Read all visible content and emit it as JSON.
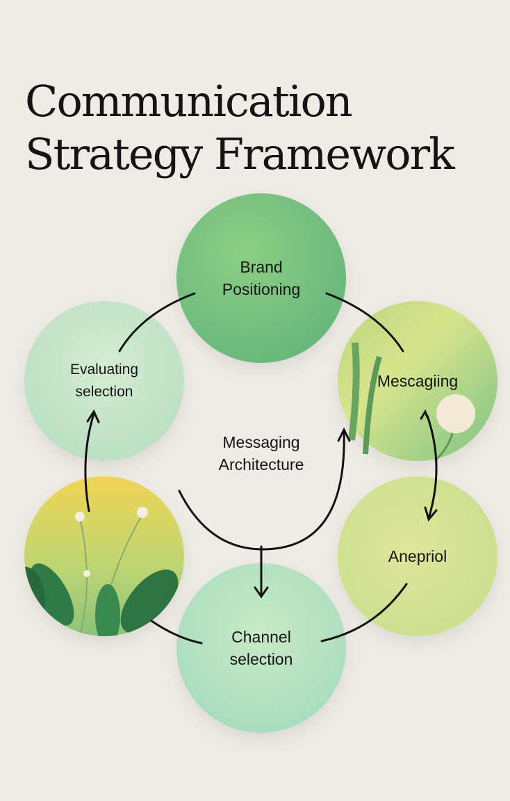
{
  "title": [
    "Communication",
    "Strategy Framework"
  ],
  "nodes": {
    "brand": [
      "Brand",
      "Positioning"
    ],
    "evaluating": [
      "Evaluating",
      "selection"
    ],
    "messaging": "Mescagiing",
    "anepriol": "Anepriol",
    "channel": [
      "Channel",
      "selection"
    ],
    "center": [
      "Messaging",
      "Architecture"
    ]
  }
}
